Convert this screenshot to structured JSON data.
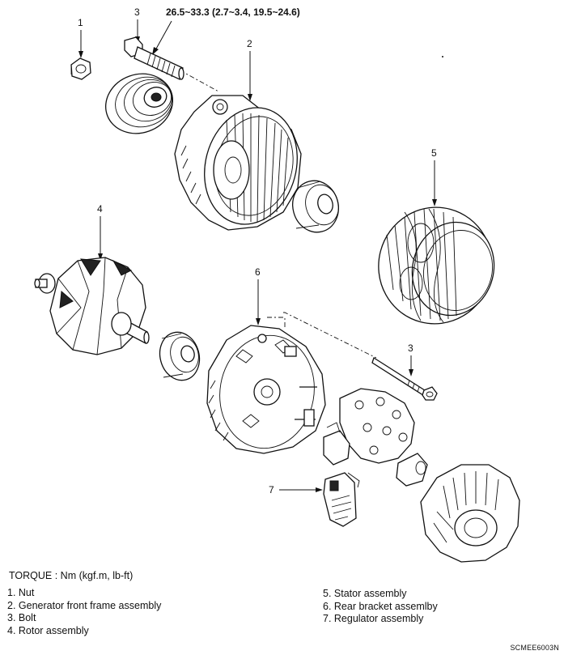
{
  "callouts": {
    "nut": "1",
    "front_frame": "2",
    "bolt_top": "3",
    "bolt_right": "3",
    "rotor": "4",
    "stator": "5",
    "rear_bracket": "6",
    "regulator": "7"
  },
  "torque_spec": "26.5~33.3 (2.7~3.4, 19.5~24.6)",
  "torque_heading": "TORQUE : Nm (kgf.m, lb-ft)",
  "legend_left": [
    "1. Nut",
    "2. Generator front frame assembly",
    "3. Bolt",
    "4. Rotor assembly"
  ],
  "legend_right": [
    "5. Stator assembly",
    "6. Rear bracket assemlby",
    "7. Regulator assembly"
  ],
  "figure_code": "SCMEE6003N"
}
